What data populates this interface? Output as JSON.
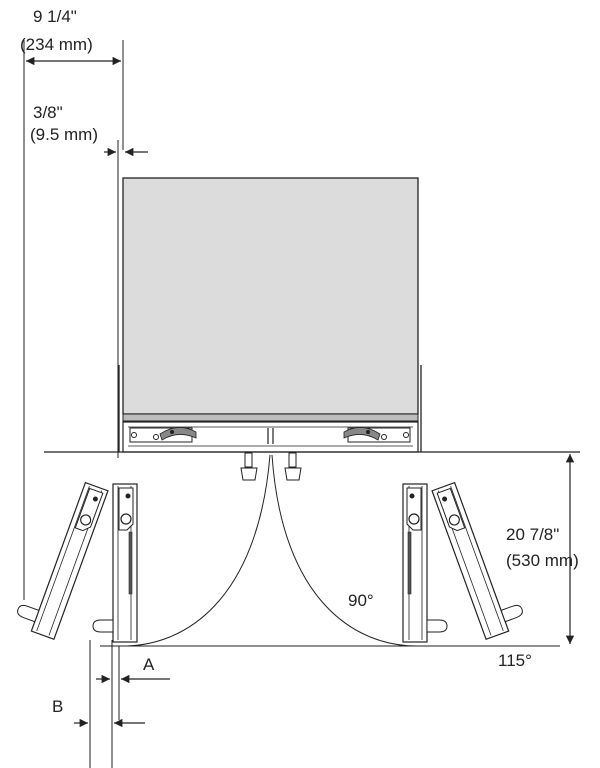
{
  "labels": {
    "width_in": "9 1/4\"",
    "width_mm": "(234 mm)",
    "gap_in": "3/8\"",
    "gap_mm": "(9.5 mm)",
    "depth_in": "20 7/8\"",
    "depth_mm": "(530 mm)",
    "angle_90": "90°",
    "angle_115": "115°",
    "dim_a": "A",
    "dim_b": "B"
  },
  "colors": {
    "cabinet_fill": "#dcdcdc",
    "line": "#222222"
  }
}
